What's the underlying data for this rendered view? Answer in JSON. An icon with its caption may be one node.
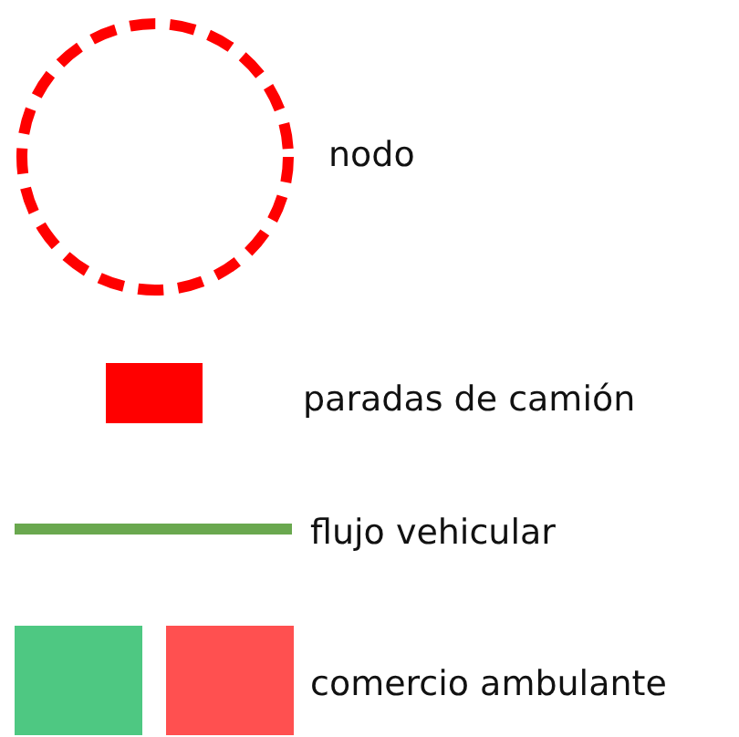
{
  "diagram": {
    "legend": [
      {
        "text": "nodo"
      },
      {
        "text": "paradas de camión",
        "color": "#ff0000"
      },
      {
        "text": "flujo vehicular"
      },
      {
        "text": "comercio ambulante"
      }
    ]
  }
}
